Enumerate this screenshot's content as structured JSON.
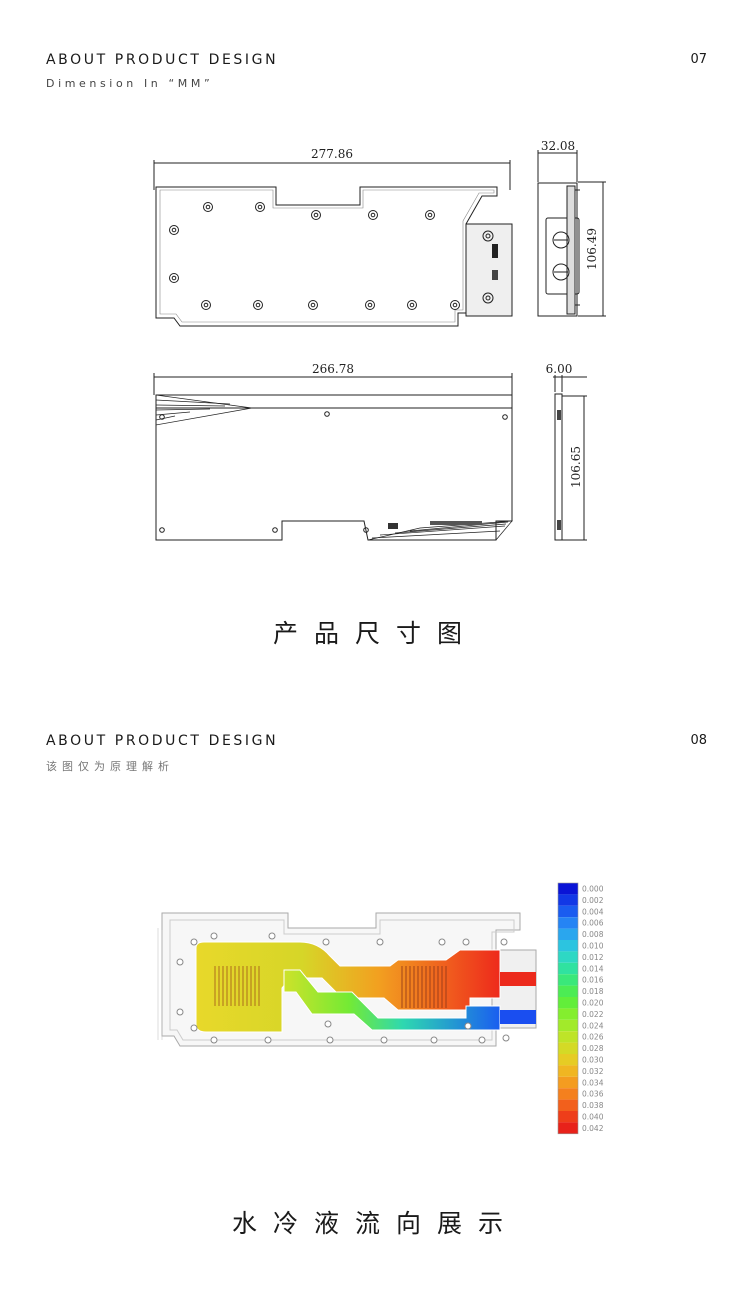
{
  "page1": {
    "title": "ABOUT PRODUCT DESIGN",
    "subtitle": "Dimension In “MM”",
    "page_number": "07",
    "dimensions": {
      "top_width": "277.86",
      "side_thickness_top": "32.08",
      "side_height_top": "106.49",
      "bottom_width": "266.78",
      "side_thickness_bottom": "6.00",
      "side_height_bottom": "106.65"
    },
    "caption": "产品尺寸图"
  },
  "page2": {
    "title": "ABOUT PRODUCT DESIGN",
    "subtitle": "该图仅为原理解析",
    "page_number": "08",
    "legend": {
      "values": [
        "0.000",
        "0.002",
        "0.004",
        "0.006",
        "0.008",
        "0.010",
        "0.012",
        "0.014",
        "0.016",
        "0.018",
        "0.020",
        "0.022",
        "0.024",
        "0.026",
        "0.028",
        "0.030",
        "0.032",
        "0.034",
        "0.036",
        "0.038",
        "0.040",
        "0.042"
      ],
      "colors": [
        "#0a14d6",
        "#1238e6",
        "#1a5cf0",
        "#2584f4",
        "#2aa6ee",
        "#2cc4e0",
        "#2ed8c4",
        "#30e2a0",
        "#3ae87a",
        "#4cec54",
        "#62ee3a",
        "#84ee2e",
        "#a2ea2a",
        "#bee428",
        "#d4da26",
        "#e6cc24",
        "#f0b622",
        "#f49c20",
        "#f4801e",
        "#f2601c",
        "#ee3e1a",
        "#e8221a"
      ]
    },
    "caption": "水冷液流向展示"
  }
}
